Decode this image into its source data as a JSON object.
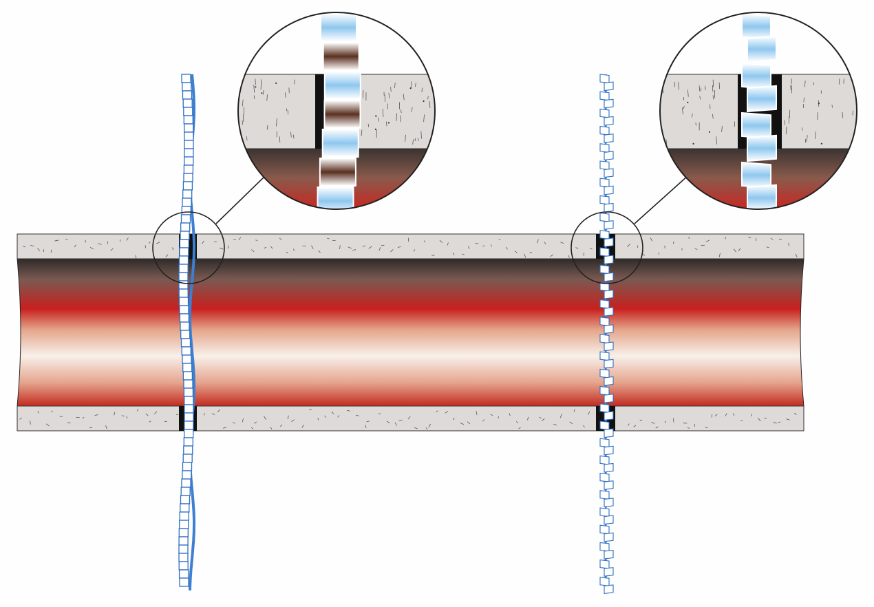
{
  "diagram": {
    "subject": "pipe-sleeve-penetrations",
    "colors": {
      "background": "#fefefe",
      "wall": "#dedad7",
      "wall_speckle": "#555555",
      "gap_fill": "#111111",
      "pipe_red": "#c8201e",
      "pipe_dark": "#3a3331",
      "pipe_light": "#f7ece6",
      "segment_blue": "#3d7fd0",
      "segment_light_blue": "#b8dcf6",
      "segment_brown": "#5a3020",
      "outline": "#222222"
    },
    "items": [
      {
        "name": "rigid-segmented-crossing",
        "style": "straight"
      },
      {
        "name": "flexible-segmented-crossing",
        "style": "zigzag"
      }
    ],
    "detail_views": [
      "detail-left",
      "detail-right"
    ]
  }
}
